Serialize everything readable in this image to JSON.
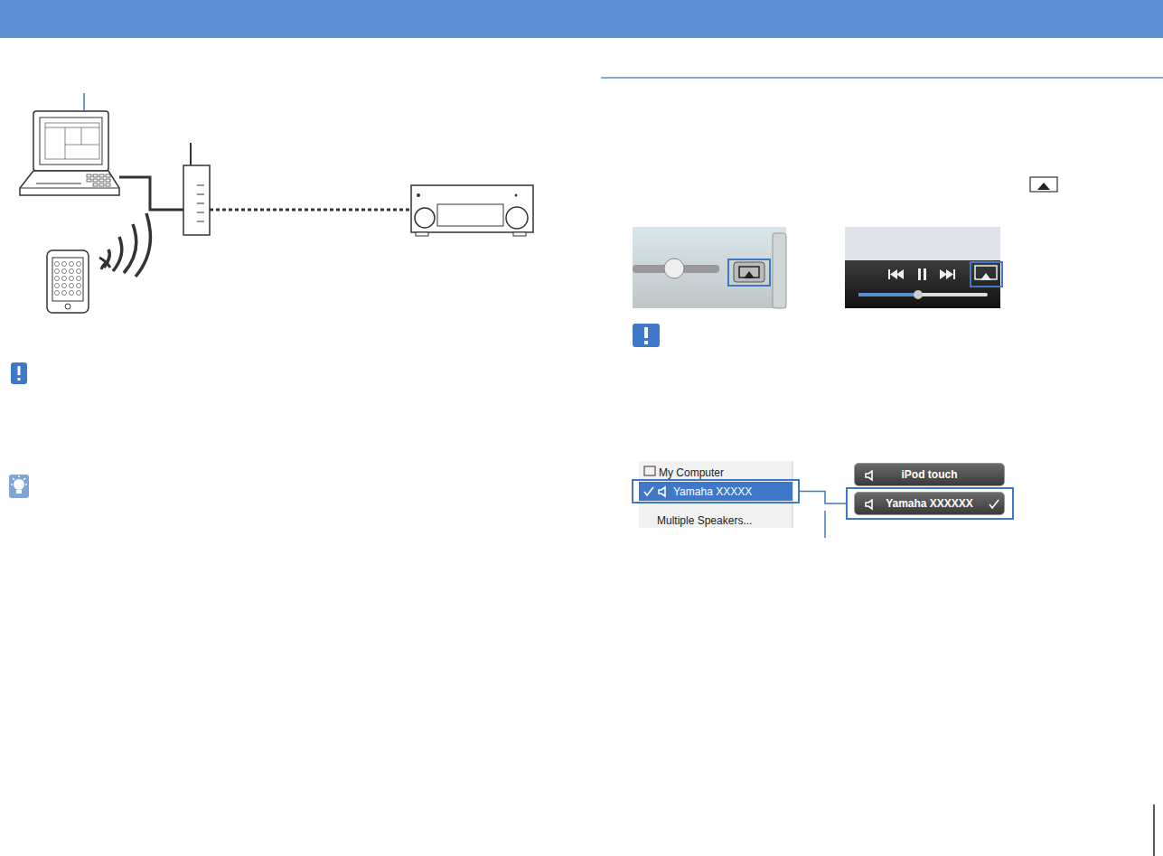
{
  "diagram": {
    "nodes": [
      {
        "text": [
          "Yamaha XXXXX"
        ]
      },
      {
        "text": [
          "iPod touch"
        ]
      },
      {
        "text": [
          "Yamaha XXXXXX"
        ]
      }
    ],
    "edges": [
      {
        "from": 0,
        "to": 2,
        "arrow": "none"
      }
    ],
    "labels": [
      "My Computer",
      "Multiple Speakers..."
    ]
  }
}
